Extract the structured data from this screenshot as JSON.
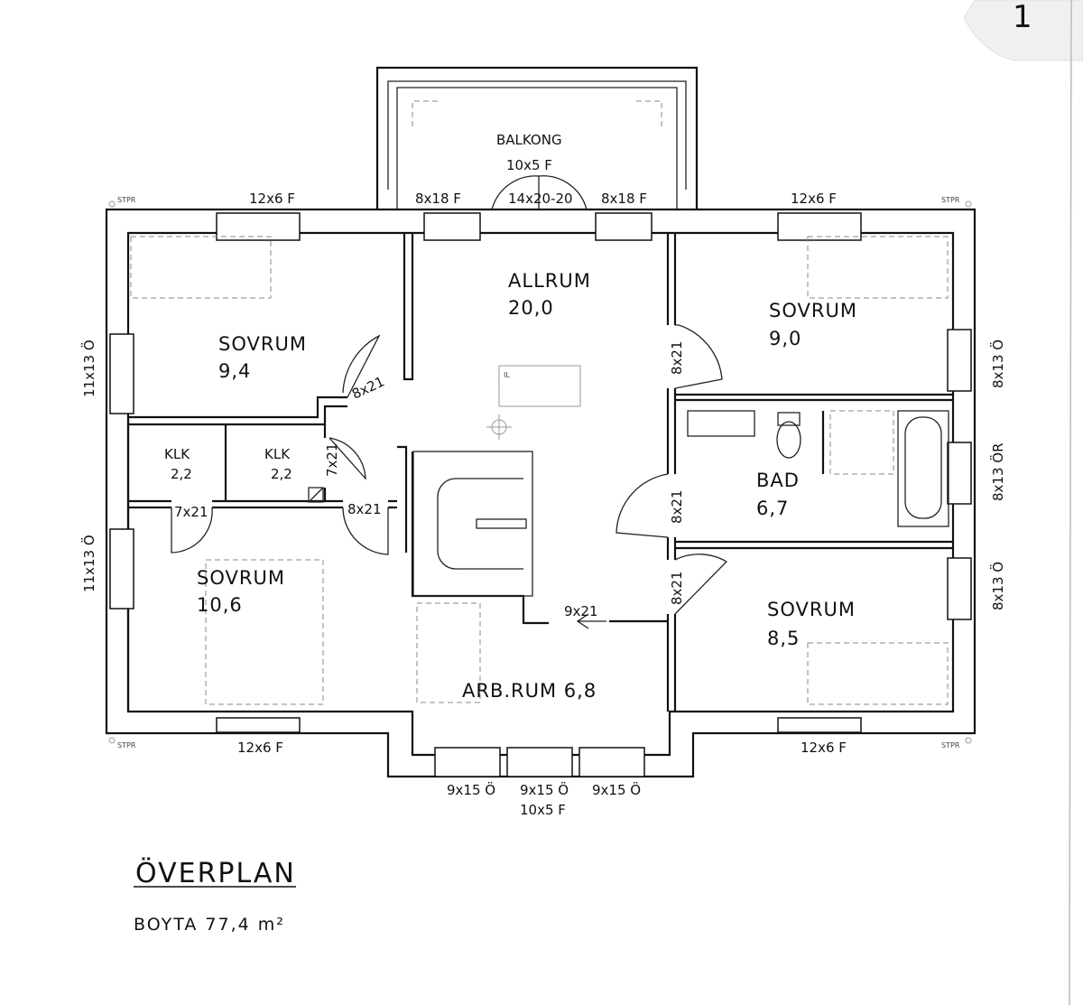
{
  "page_number": "1",
  "plan": {
    "title": "ÖVERPLAN",
    "area_label": "BOYTA 77,4 m²",
    "rooms": {
      "balkong": {
        "name": "BALKONG",
        "door": "10x5 F"
      },
      "allrum": {
        "name": "ALLRUM",
        "area": "20,0"
      },
      "sovrum_nw": {
        "name": "SOVRUM",
        "area": "9,4"
      },
      "sovrum_ne": {
        "name": "SOVRUM",
        "area": "9,0"
      },
      "bad": {
        "name": "BAD",
        "area": "6,7"
      },
      "sovrum_se": {
        "name": "SOVRUM",
        "area": "8,5"
      },
      "sovrum_sw": {
        "name": "SOVRUM",
        "area": "10,6"
      },
      "arbrum": {
        "name": "ARB.RUM 6,8"
      },
      "klk1": {
        "name": "KLK",
        "area": "2,2"
      },
      "klk2": {
        "name": "KLK",
        "area": "2,2"
      }
    },
    "windows": {
      "top_left": "12x6 F",
      "top_l2": "8x18 F",
      "top_door": "14x20-20",
      "top_r2": "8x18 F",
      "top_right": "12x6 F",
      "left_upper": "11x13 Ö",
      "left_lower": "11x13 Ö",
      "right_upper": "8x13 Ö",
      "right_mid": "8x13 ÖR",
      "right_lower": "8x13 Ö",
      "bottom_left": "12x6 F",
      "bottom_right": "12x6 F",
      "bottom_1": "9x15 Ö",
      "bottom_2": "9x15 Ö",
      "bottom_2b": "10x5 F",
      "bottom_3": "9x15 Ö"
    },
    "doors": {
      "sovrum_nw": "8x21",
      "klk2": "7x21",
      "klk1": "7x21",
      "sovrum_sw": "8x21",
      "sovrum_ne": "8x21",
      "bad": "8x21",
      "sovrum_se": "8x21",
      "arbrum": "9x21"
    },
    "markers": {
      "stpr": "STPR",
      "il": "IL"
    }
  }
}
